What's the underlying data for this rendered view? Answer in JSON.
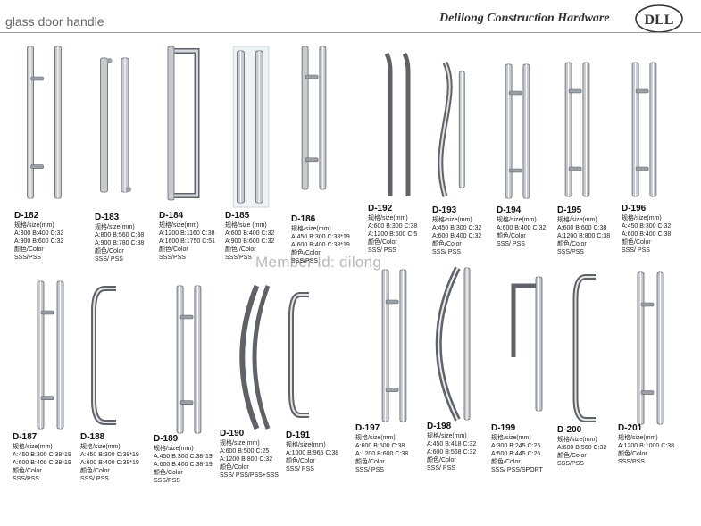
{
  "header": {
    "title": "glass door handle",
    "company": "Delilong Construction Hardware",
    "logo_text": "DLL"
  },
  "watermark": "Member Id: dilong",
  "products": [
    {
      "code": "D-182",
      "lines": [
        "规格/size(mm)",
        "A:800 B:400 C:32",
        "A:900 B:600 C:32",
        "颜色/Color",
        "SSS/PSS"
      ]
    },
    {
      "code": "D-183",
      "lines": [
        "规格/size(mm)",
        "A:800 B:560 C:38",
        "A:900 B:780 C:38",
        "颜色/Color",
        "SSS/ PSS"
      ]
    },
    {
      "code": "D-184",
      "lines": [
        "规格/size(mm)",
        "A:1200 B:1160 C:38",
        "A:1600 B:1750 C:51",
        "颜色/Color",
        "SSS/PSS"
      ]
    },
    {
      "code": "D-185",
      "lines": [
        "规格/size (mm)",
        "A:600 B:400 C:32",
        "A:900 B:600 C:32",
        "颜色 /Color",
        "SSS/PSS"
      ]
    },
    {
      "code": "D-186",
      "lines": [
        "规格/size(mm)",
        "A:450 B:300 C:38*19",
        "A:600 B:400 C:38*19",
        "颜色/Color",
        "SSS/PSS"
      ]
    },
    {
      "code": "D-192",
      "lines": [
        "规格/size(mm)",
        "A:600 B:300 C:38",
        "A:1200 B:600 C:5",
        "颜色/Color",
        "SSS/ PSS"
      ]
    },
    {
      "code": "D-193",
      "lines": [
        "规格/size(mm)",
        "A:450 B:300 C:32",
        "A:600 B:400 C:32",
        "颜色/Color",
        "SSS/ PSS"
      ]
    },
    {
      "code": "D-194",
      "lines": [
        "规格/size(mm)",
        "A:600 B:400 C:32",
        "颜色/Color",
        "SSS/ PSS"
      ]
    },
    {
      "code": "D-195",
      "lines": [
        "规格/size(mm)",
        "A:600 B:600 C:38",
        "A:1200 B:800 C:38",
        "颜色/Color",
        "SSS/PSS"
      ]
    },
    {
      "code": "D-196",
      "lines": [
        "规格/size(mm)",
        "A:450 B:300 C:32",
        "A:600 B:400 C:38",
        "颜色/Color",
        "SSS/ PSS"
      ]
    },
    {
      "code": "D-187",
      "lines": [
        "规格/size(mm)",
        "A:450 B:300 C:38*19",
        "A:600 B:400 C:38*19",
        "颜色/Color",
        "SSS/PSS"
      ]
    },
    {
      "code": "D-188",
      "lines": [
        "规格/size(mm)",
        "A:450 B:300 C:38*19",
        "A:600 B:400 C:38*19",
        "颜色/Color",
        "SSS/ PSS"
      ]
    },
    {
      "code": "D-189",
      "lines": [
        "规格/size(mm)",
        "A:450 B:300 C:38*19",
        "A:600 B:400 C:38*19",
        "颜色/Color",
        "SSS/PSS"
      ]
    },
    {
      "code": "D-190",
      "lines": [
        "规格/size(mm)",
        "A:600 B:500 C:25",
        "A:1200 B:800 C:32",
        "颜色/Color",
        "SSS/ PSS/PSS+SSS"
      ]
    },
    {
      "code": "D-191",
      "lines": [
        "规格/size(mm)",
        "A:1000 B:965 C:38",
        "颜色/Color",
        "SSS/ PSS"
      ]
    },
    {
      "code": "D-197",
      "lines": [
        "规格/size(mm)",
        "A:600 B:500 C:38",
        "A:1200 B:600 C:38",
        "颜色/Color",
        "SSS/ PSS"
      ]
    },
    {
      "code": "D-198",
      "lines": [
        "规格/size(mm)",
        "A:450 B:418 C:32",
        "A:600 B:568 C:32",
        "颜色/Color",
        "SSS/ PSS"
      ]
    },
    {
      "code": "D-199",
      "lines": [
        "规格/size(mm)",
        "A:300 B:245 C:25",
        "A:500 B:445 C:25",
        "颜色/Color",
        "SSS/ PSS/SPORT"
      ]
    },
    {
      "code": "D-200",
      "lines": [
        "规格/size(mm)",
        "A:600 B:560 C:32",
        "颜色/Color",
        "SSS/PSS"
      ]
    },
    {
      "code": "D-201",
      "lines": [
        "规格/size(mm)",
        "A:1200 B:1000 C:38",
        "颜色/Color",
        "SSS/PSS"
      ]
    }
  ]
}
